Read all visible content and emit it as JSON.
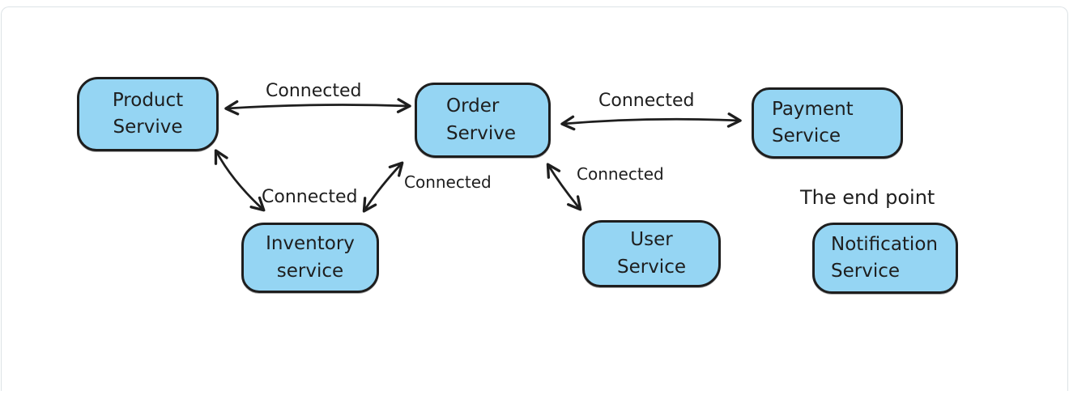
{
  "canvas": {
    "canvas_bg": "#ffffff",
    "frame_border_color": "#dde3e6"
  },
  "diagram": {
    "style": {
      "node_fill": "#95d5f3",
      "node_stroke": "#1e1e1e",
      "arrow_color": "#1e1e1e",
      "text_color": "#1e1e1e"
    },
    "nodes": [
      {
        "id": "product-service",
        "label": "Product\nServive"
      },
      {
        "id": "order-service",
        "label": "Order\nServive"
      },
      {
        "id": "payment-service",
        "label": "Payment\nService"
      },
      {
        "id": "inventory-service",
        "label": "Inventory\nservice"
      },
      {
        "id": "user-service",
        "label": "User\nService"
      },
      {
        "id": "notification-service",
        "label": "Notification\nService"
      }
    ],
    "edges": [
      {
        "from": "product-service",
        "to": "order-service",
        "label": "Connected",
        "direction": "bidirectional"
      },
      {
        "from": "order-service",
        "to": "payment-service",
        "label": "Connected",
        "direction": "bidirectional"
      },
      {
        "from": "product-service",
        "to": "inventory-service",
        "label": "Connected",
        "direction": "bidirectional"
      },
      {
        "from": "inventory-service",
        "to": "order-service",
        "label": "Connected",
        "direction": "bidirectional"
      },
      {
        "from": "order-service",
        "to": "user-service",
        "label": "Connected",
        "direction": "bidirectional"
      }
    ],
    "annotations": [
      {
        "id": "end-point-note",
        "text": "The end point"
      }
    ]
  }
}
